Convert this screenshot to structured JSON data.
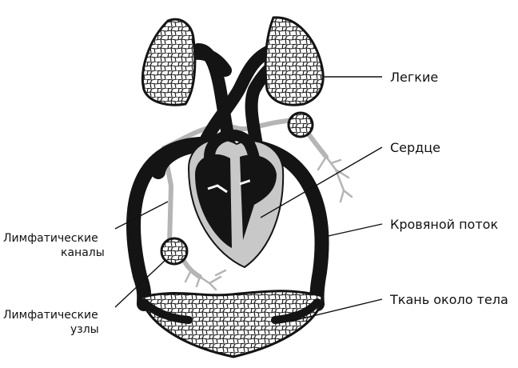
{
  "labels": {
    "lungs": "Легкие",
    "heart": "Сердце",
    "bloodstream": "Кровяной поток",
    "body_tissue": "Ткань около тела",
    "lymph_channels": [
      "Лимфатические",
      "каналы"
    ],
    "lymph_nodes": [
      "Лимфатические",
      "узлы"
    ]
  },
  "colors": {
    "vessel": "#141414",
    "heart_inner": "#c8c8c8",
    "lymph": "#b5b5b5",
    "line": "#111111",
    "background": "#ffffff"
  }
}
